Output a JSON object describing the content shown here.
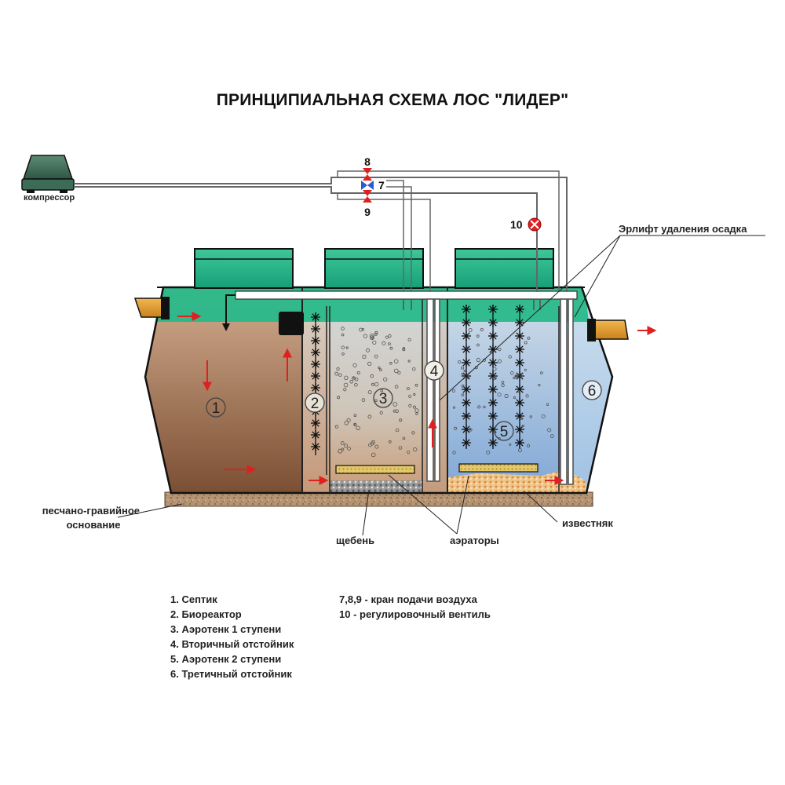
{
  "title": "ПРИНЦИПИАЛЬНАЯ СХЕМА ЛОС \"ЛИДЕР\"",
  "labels": {
    "compressor": "компрессор",
    "airlift": "Эрлифт удаления осадка",
    "sand_base_line1": "песчано-гравийное",
    "sand_base_line2": "основание",
    "gravel": "щебень",
    "aerators": "аэраторы",
    "limestone": "известняк"
  },
  "valves": {
    "v8": "8",
    "v7": "7",
    "v9": "9",
    "v10": "10"
  },
  "chambers": {
    "c1": "1",
    "c2": "2",
    "c3": "3",
    "c4": "4",
    "c5": "5",
    "c6": "6"
  },
  "legend_left": [
    "1. Септик",
    "2. Биореактор",
    "3. Аэротенк 1 ступени",
    "4. Вторичный отстойник",
    "5. Аэротенк 2 ступени",
    "6. Третичный отстойник"
  ],
  "legend_right": [
    "7,8,9 - кран подачи воздуха",
    "10 - регулировочный вентиль"
  ],
  "colors": {
    "lid": "#1fae80",
    "septic": "#b8876a",
    "aero_top": "#cfd6d9",
    "clear_water": "#a9c9e6",
    "arrow": "#e02020",
    "valve_red": "#e02020",
    "valve_blue": "#2a5bd6"
  }
}
